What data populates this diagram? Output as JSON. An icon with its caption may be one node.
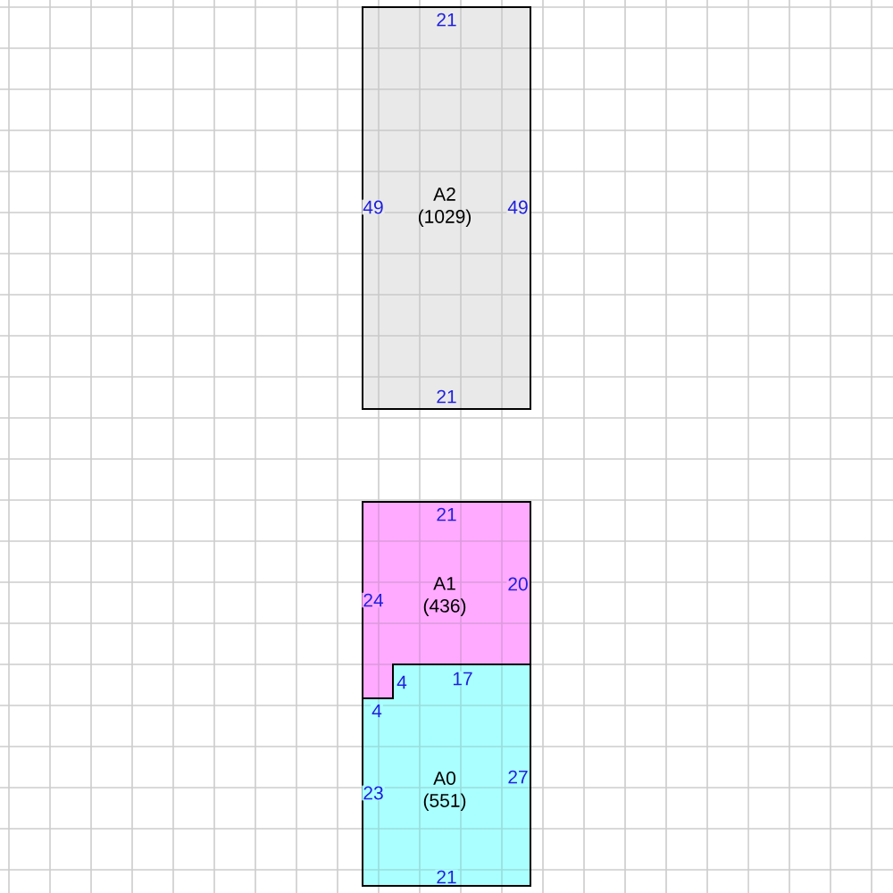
{
  "diagram": {
    "nodes": [
      {
        "text": [
          "A2",
          "(1029)",
          "21",
          "49",
          "49",
          "21"
        ]
      },
      {
        "text": [
          "A1",
          "(436)",
          "21",
          "24",
          "20"
        ]
      },
      {
        "text": [
          "A0",
          "(551)",
          "4",
          "17",
          "4",
          "23",
          "27",
          "21"
        ]
      }
    ]
  }
}
